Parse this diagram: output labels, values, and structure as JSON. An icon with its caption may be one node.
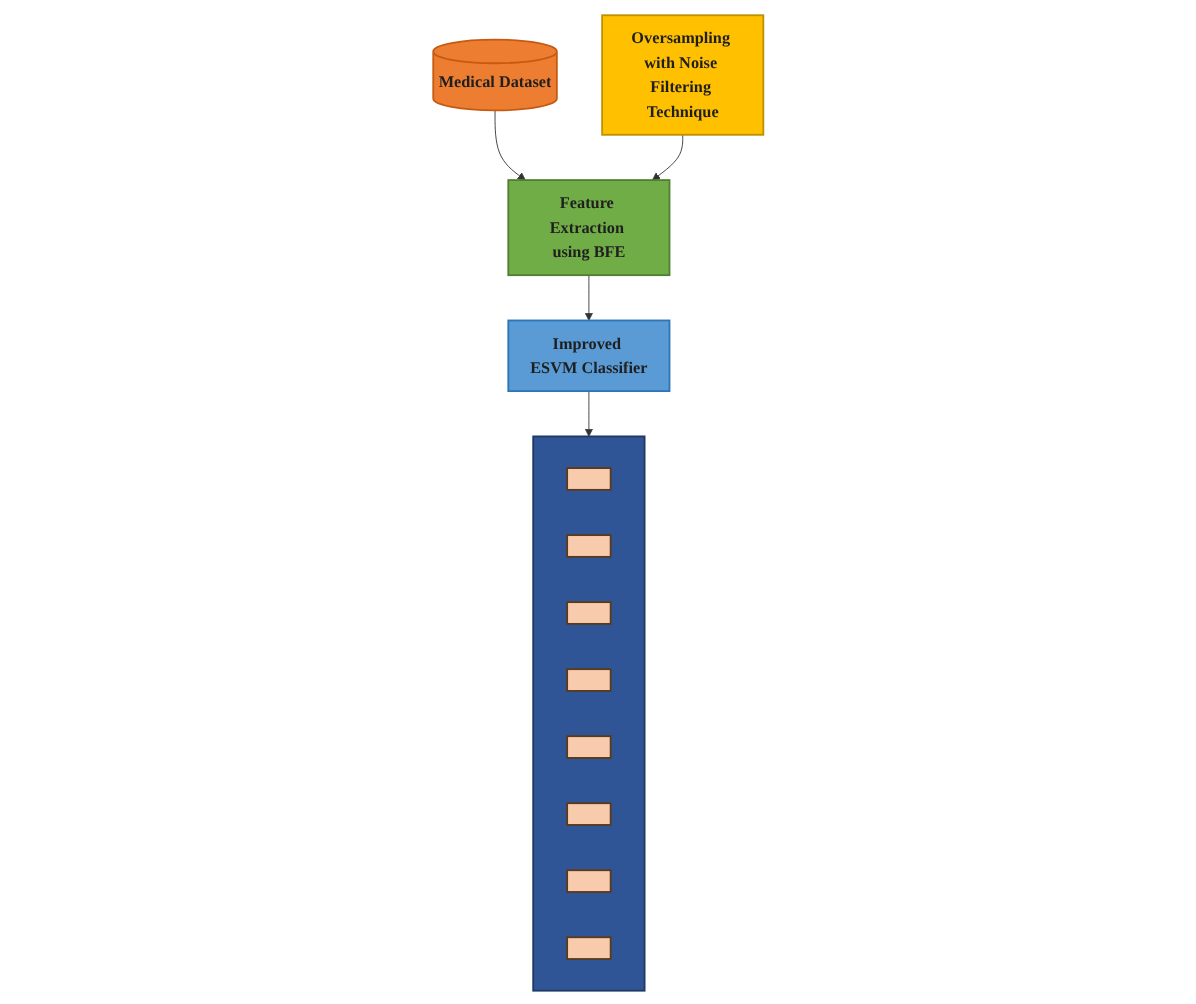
{
  "diagram": {
    "nodes": [
      {
        "text": [
          "Medical Dataset"
        ]
      },
      {
        "text": [
          "Oversampling with Noise Filtering Technique"
        ]
      },
      {
        "text": [
          "Feature Extraction using BFE"
        ]
      },
      {
        "text": [
          "Improved ESVM Classifier"
        ]
      },
      {
        "text": [],
        "shape": "box"
      },
      {
        "text": [],
        "shape": "box",
        "in": 4
      },
      {
        "text": [],
        "shape": "box",
        "in": 4
      },
      {
        "text": [],
        "shape": "box",
        "in": 4
      },
      {
        "text": [],
        "shape": "box",
        "in": 4
      },
      {
        "text": [],
        "shape": "box",
        "in": 4
      },
      {
        "text": [],
        "shape": "box",
        "in": 4
      },
      {
        "text": [],
        "shape": "box",
        "in": 4
      },
      {
        "text": [],
        "shape": "box",
        "in": 4
      }
    ],
    "edges": [
      {
        "from": 0,
        "to": 2,
        "arrow": "to"
      },
      {
        "from": 1,
        "to": 2,
        "arrow": "to"
      },
      {
        "from": 2,
        "to": 3,
        "arrow": "to"
      },
      {
        "from": 3,
        "to": 4,
        "arrow": "to"
      }
    ]
  }
}
